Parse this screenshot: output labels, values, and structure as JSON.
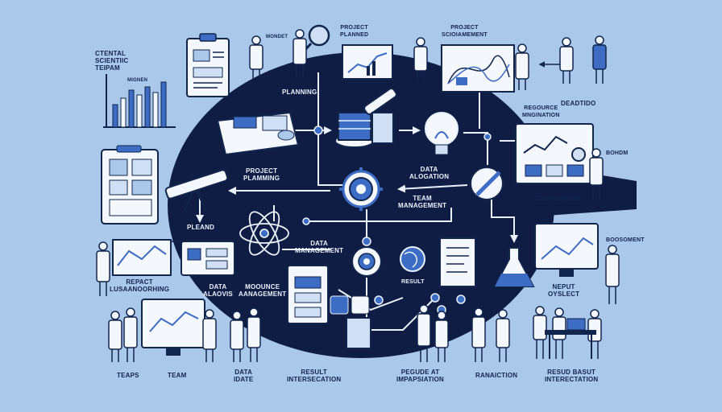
{
  "colors": {
    "background": "#a9c8ea",
    "dark_circle": "#0f1d44",
    "ink": "#11254d",
    "accent_blue": "#3c6cc4",
    "paper": "#f4f7fb"
  },
  "labels": {
    "central_scientific_team": "CTENTAL\nSCIENTIIC\nTEIPAM",
    "mignen": "MIGNEN",
    "mondet": "MONDET",
    "project_planned": "PROJECT\nPLANNED",
    "project_scioiamement": "PROJECT\nSCIOIAMEMENT",
    "planning": "PLANNING",
    "resource_mngination": "REGOURCE\nMNGINATION",
    "deadtido": "DEADTIDO",
    "project_planning": "PROJECT\nPLAMMING",
    "data_alogation": "DATA\nALOGATION",
    "bohdm": "BOHDM",
    "chohgation": "CHOHGATION",
    "team_management": "TEAM\nMANAGEMENT",
    "pleand": "PLEAND",
    "data_management": "DATA\nMANAGEMENT",
    "result": "RESULT",
    "boosoment": "BOOSOMENT",
    "repact_lusaanoorhing": "REPACT\nLUSAANOORHING",
    "data_alaovis": "DATA\nALAOVIS",
    "moounce_aanagement": "MOOUNCE\nAANAGEMENT",
    "neput_oyslect": "NEPUT\nOYSLECT",
    "teaps": "TEAPS",
    "team": "TEAM",
    "data_idate": "DATA\nIDATE",
    "result_intersecation": "RESULT\nINTERSECATION",
    "pegude_at_impapsiation": "PEGUDE AT\nIMPAPSIATION",
    "ranaiction": "RANAICTION",
    "resud_basut_interectation": "RESUD BASUT\nINTERECTATION"
  },
  "icons": [
    "clipboard-icon",
    "bar-chart-icon",
    "magnifier-icon",
    "line-chart-board-icon",
    "microscope-icon",
    "lightbulb-icon",
    "data-monitor-icon",
    "gear-icon",
    "atom-icon",
    "globe-icon",
    "document-icon",
    "flask-icon",
    "telescope-icon",
    "rocket-pen-icon",
    "network-icon"
  ]
}
